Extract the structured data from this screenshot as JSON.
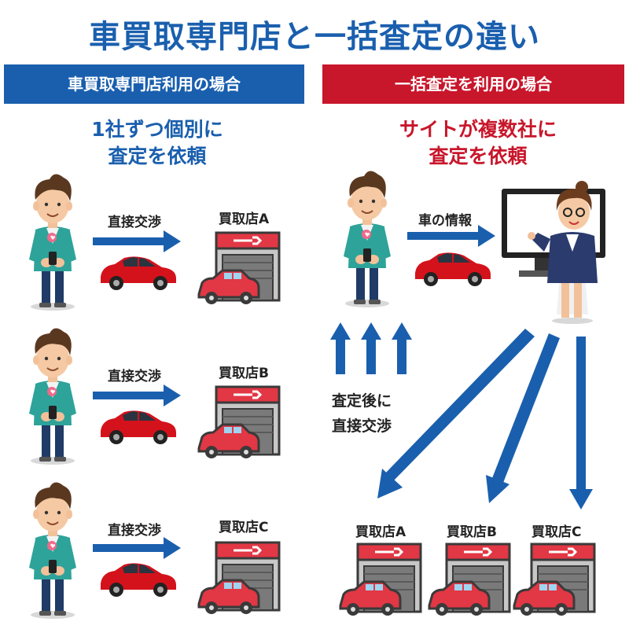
{
  "title": "車買取専門店と一括査定の違い",
  "left": {
    "banner": "車買取専門店利用の場合",
    "subhead_line1": "1社ずつ個別に",
    "subhead_line2": "査定を依頼",
    "rows": [
      {
        "action": "直接交渉",
        "shop": "買取店A"
      },
      {
        "action": "直接交渉",
        "shop": "買取店B"
      },
      {
        "action": "直接交渉",
        "shop": "買取店C"
      }
    ]
  },
  "right": {
    "banner": "一括査定を利用の場合",
    "subhead_line1": "サイトが複数社に",
    "subhead_line2": "査定を依頼",
    "info_label": "車の情報",
    "negotiate_line1": "査定後に",
    "negotiate_line2": "直接交渉",
    "shops": [
      "買取店A",
      "買取店B",
      "買取店C"
    ]
  },
  "colors": {
    "blue": "#1a5fae",
    "red": "#c8162b"
  }
}
